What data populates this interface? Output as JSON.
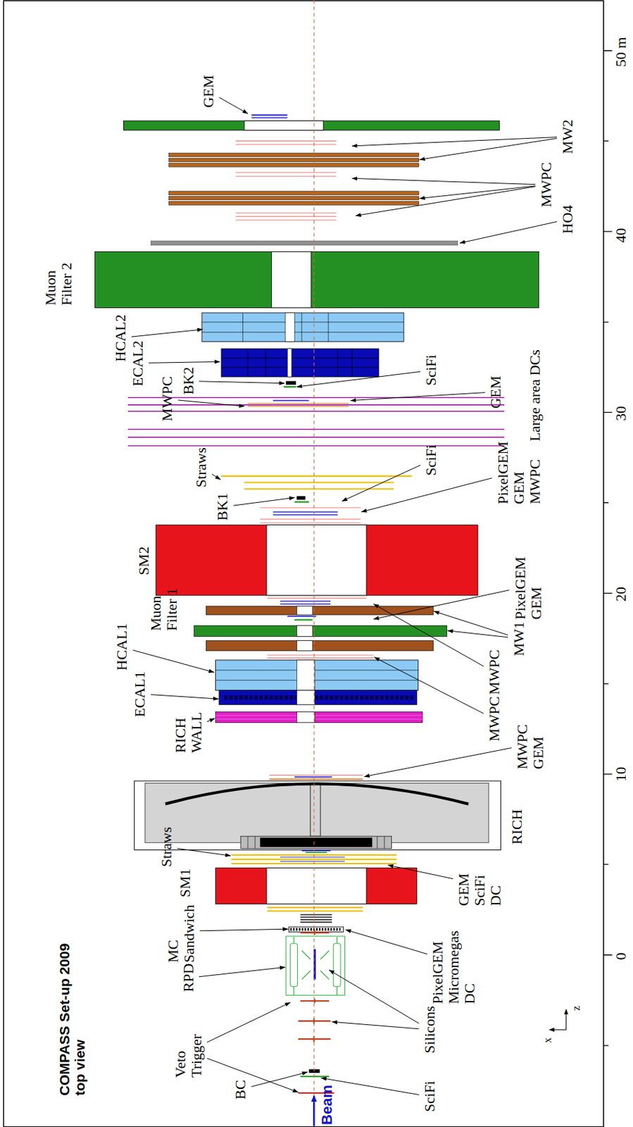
{
  "diagram": {
    "title": "COMPASS Set-up 2009 top view",
    "labels": [
      "GEM",
      "MW2",
      "MWPC",
      "HO4",
      "Muon Filter 2",
      "HCAL2",
      "ECAL2",
      "MWPC",
      "BK2",
      "SciFi",
      "GEM",
      "Large area DCs",
      "Straws",
      "BK1",
      "SciFi",
      "PixelGEM GEM MWPC",
      "SM2",
      "PixelGEM GEM",
      "MW1",
      "MWPC",
      "MWPC",
      "Muon Filter 1",
      "HCAL1",
      "ECAL1",
      "RICH WALL",
      "MWPC GEM",
      "RICH",
      "Straws",
      "SM1",
      "GEM SciFi DC",
      "MC Sandwich",
      "RPD",
      "PixelGEM Micromegas DC",
      "Silicons",
      "Veto Trigger",
      "BC",
      "SciFi",
      "Beam",
      "50 m",
      "40",
      "30",
      "20",
      "10",
      "0",
      "x",
      "z"
    ]
  }
}
